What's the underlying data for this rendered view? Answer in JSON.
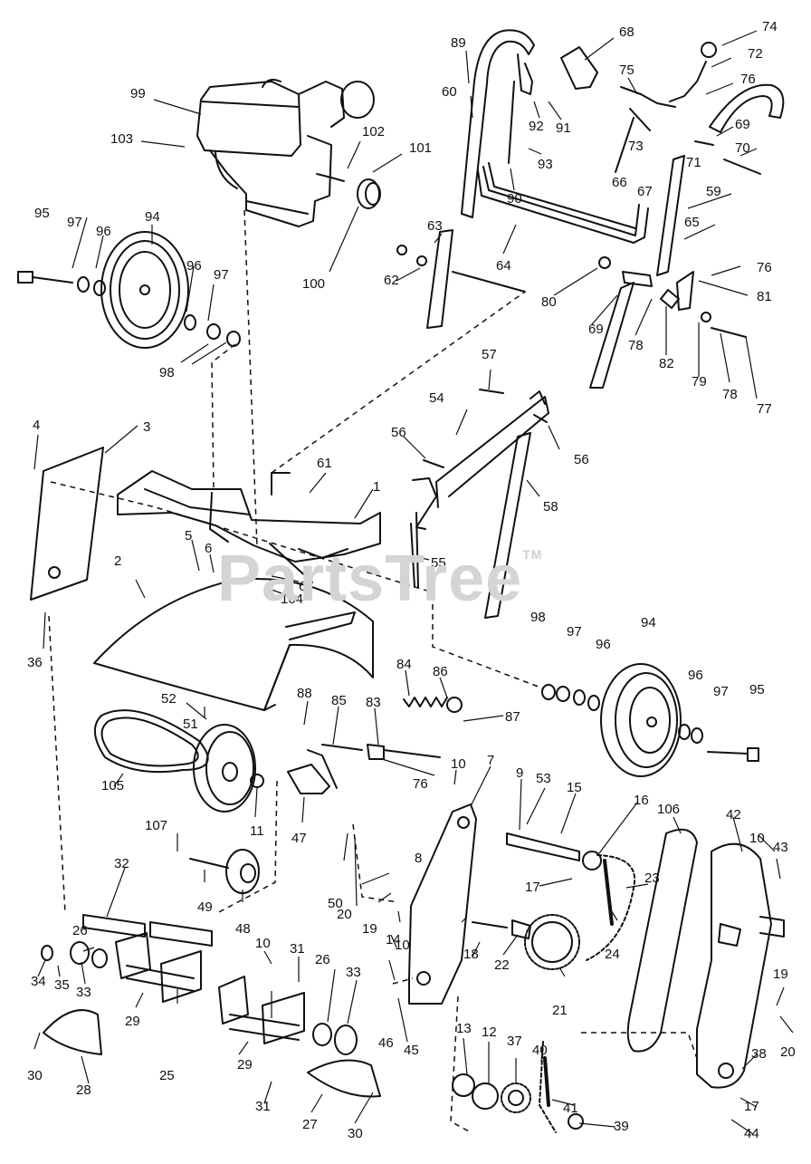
{
  "watermark": {
    "text": "PartsTree",
    "tm": "TM"
  },
  "labels": [
    "1",
    "2",
    "3",
    "4",
    "5",
    "6",
    "7",
    "8",
    "9",
    "10",
    "10",
    "10",
    "10",
    "11",
    "12",
    "13",
    "14",
    "15",
    "16",
    "17",
    "17",
    "18",
    "19",
    "19",
    "20",
    "20",
    "21",
    "22",
    "23",
    "24",
    "25",
    "26",
    "26",
    "27",
    "28",
    "29",
    "29",
    "30",
    "30",
    "31",
    "31",
    "32",
    "33",
    "33",
    "34",
    "35",
    "36",
    "37",
    "38",
    "39",
    "40",
    "41",
    "42",
    "43",
    "44",
    "45",
    "46",
    "47",
    "48",
    "49",
    "50",
    "51",
    "52",
    "53",
    "54",
    "55",
    "56",
    "56",
    "57",
    "58",
    "59",
    "60",
    "61",
    "62",
    "63",
    "64",
    "65",
    "66",
    "67",
    "67",
    "68",
    "69",
    "69",
    "70",
    "71",
    "72",
    "73",
    "74",
    "75",
    "76",
    "76",
    "76",
    "77",
    "78",
    "78",
    "79",
    "80",
    "81",
    "82",
    "83",
    "84",
    "85",
    "86",
    "87",
    "88",
    "89",
    "90",
    "91",
    "92",
    "93",
    "94",
    "94",
    "95",
    "95",
    "96",
    "96",
    "96",
    "96",
    "97",
    "97",
    "97",
    "97",
    "98",
    "98",
    "99",
    "100",
    "101",
    "102",
    "103",
    "104",
    "105",
    "106",
    "107"
  ]
}
